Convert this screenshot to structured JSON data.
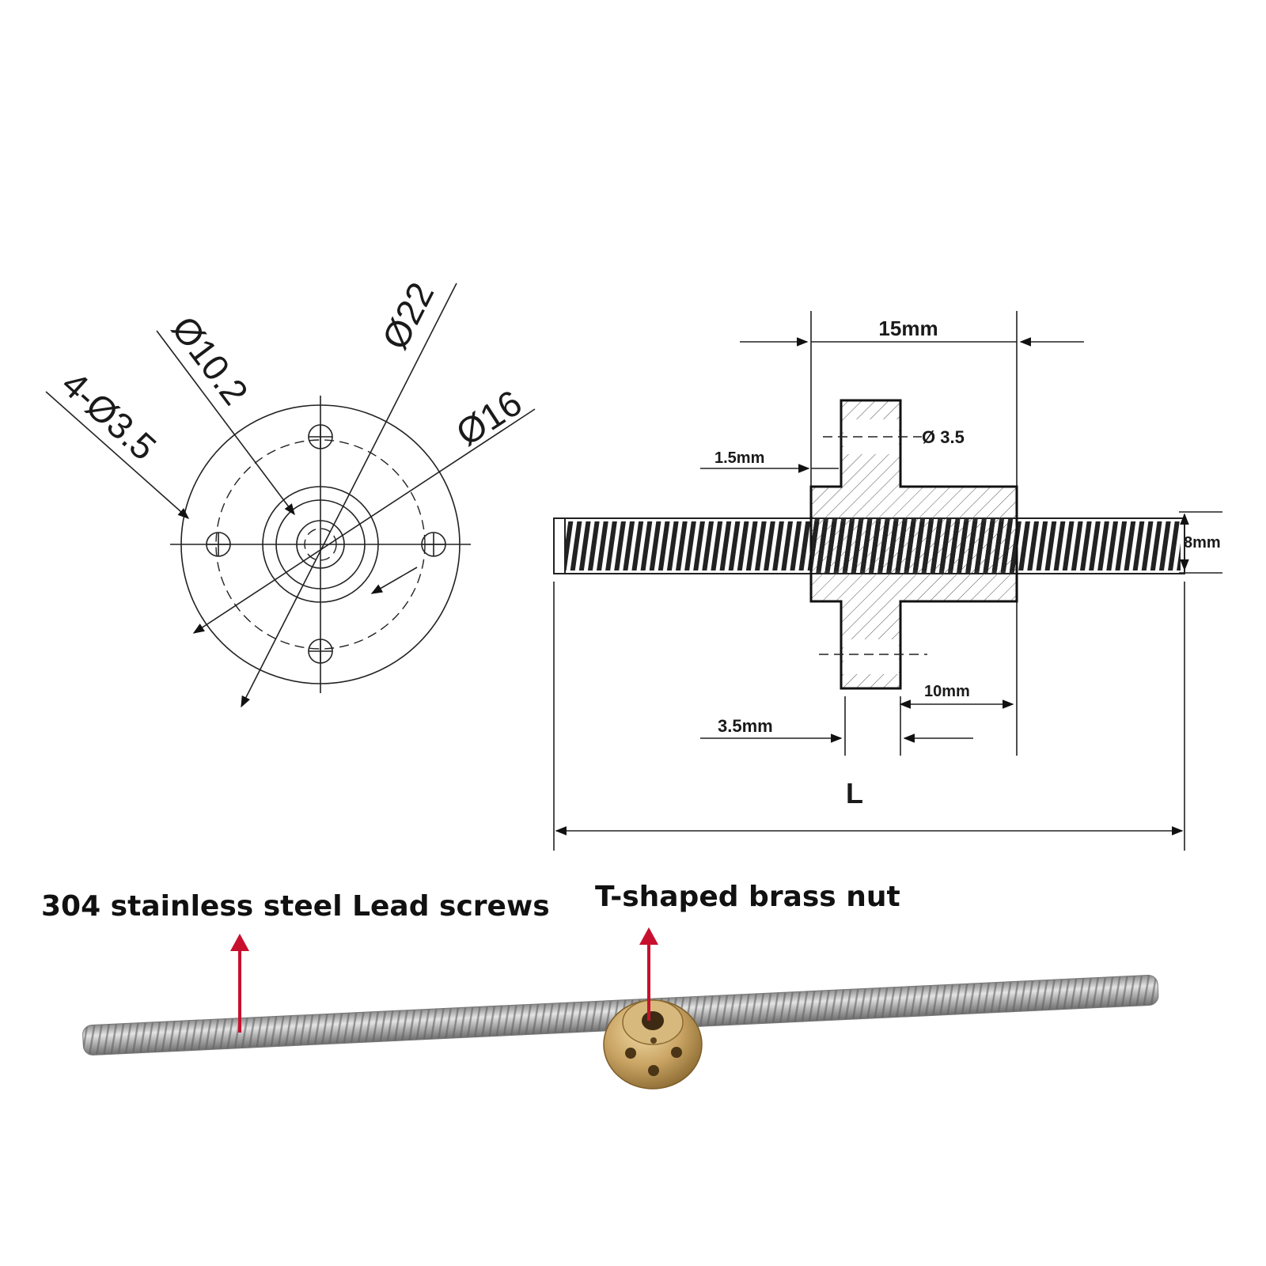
{
  "end_view": {
    "labels": {
      "holes": "4-Ø3.5",
      "inner_diameter": "Ø10.2",
      "outer_diameter": "Ø22",
      "bolt_circle": "Ø16"
    }
  },
  "side_view": {
    "labels": {
      "width": "15mm",
      "hole_diameter": "Ø 3.5",
      "flange_offset": "1.5mm",
      "screw_diameter": "8mm",
      "flange_thickness": "3.5mm",
      "body_length": "10mm",
      "total_length": "L"
    }
  },
  "photo": {
    "captions": {
      "lead_screw": "304 stainless steel Lead screws",
      "brass_nut": "T-shaped brass nut"
    },
    "colors": {
      "arrow": "#c8102e",
      "brass": "#c9a464",
      "steel": "#b9b9b9"
    }
  }
}
